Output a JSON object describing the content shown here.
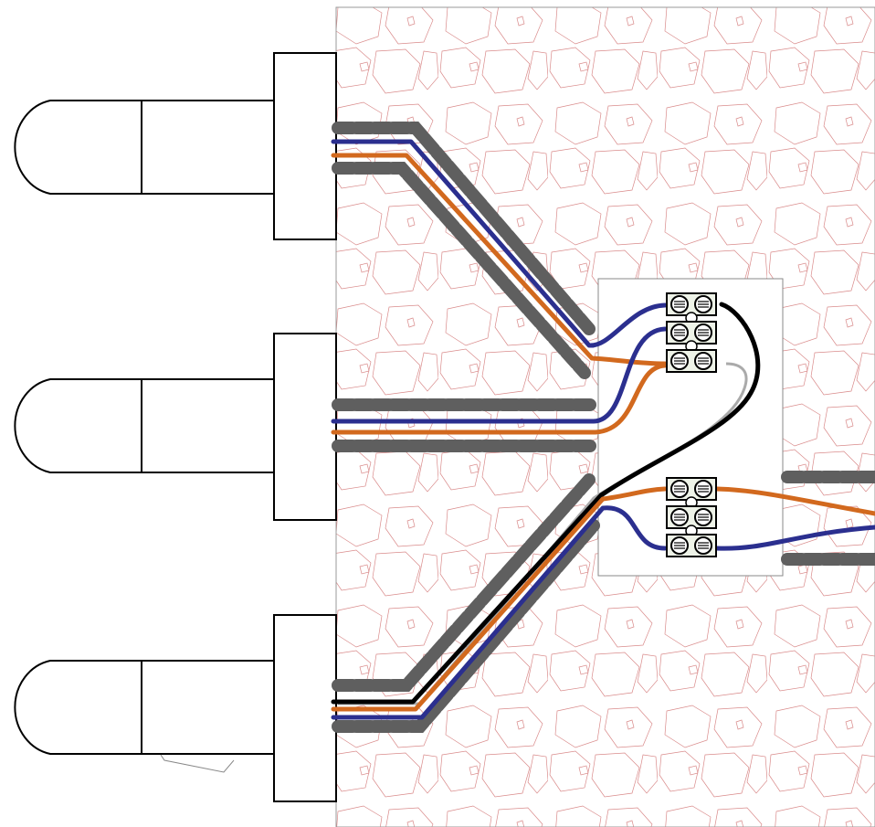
{
  "diagram": {
    "type": "wiring-schematic",
    "description_visible_text": "",
    "fixtures": [
      {
        "id": "fixture-top"
      },
      {
        "id": "fixture-middle"
      },
      {
        "id": "fixture-bottom"
      }
    ],
    "junction_box": {
      "terminal_groups": [
        {
          "id": "upper-terminal-block",
          "rows": 3
        },
        {
          "id": "lower-terminal-block",
          "rows": 3
        }
      ]
    },
    "colors": {
      "background": "#ffffff",
      "wall_stone": "#d98a8a",
      "wall_border": "#999999",
      "conduit": "#5f5f5f",
      "wire_blue": "#2b2f8f",
      "wire_orange": "#d2691e",
      "wire_black": "#000000",
      "terminal_fill": "#eef3e8",
      "outline": "#000000"
    }
  }
}
